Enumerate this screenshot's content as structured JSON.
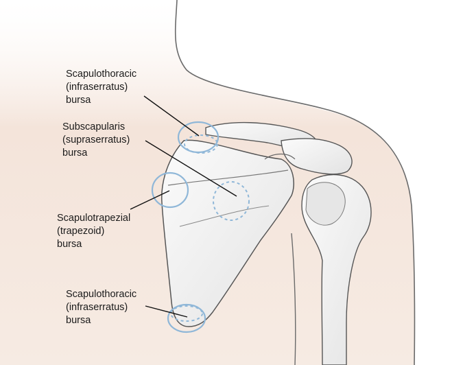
{
  "colors": {
    "background": "#ffffff",
    "skin": "#f4e4da",
    "bone": "#f2f2f2",
    "bone_shadow": "#d9d9d9",
    "outline": "#555555",
    "bursa": "#8fb7d8",
    "text": "#1a1a1a"
  },
  "labels": [
    {
      "lines": [
        "Scapulothoracic",
        "(infraserratus)",
        "bursa"
      ]
    },
    {
      "lines": [
        "Subscapularis",
        "(supraserratus)",
        "bursa"
      ]
    },
    {
      "lines": [
        "Scapulotrapezial",
        "(trapezoid)",
        "bursa"
      ]
    },
    {
      "lines": [
        "Scapulothoracic",
        "(infraserratus)",
        "bursa"
      ]
    }
  ]
}
